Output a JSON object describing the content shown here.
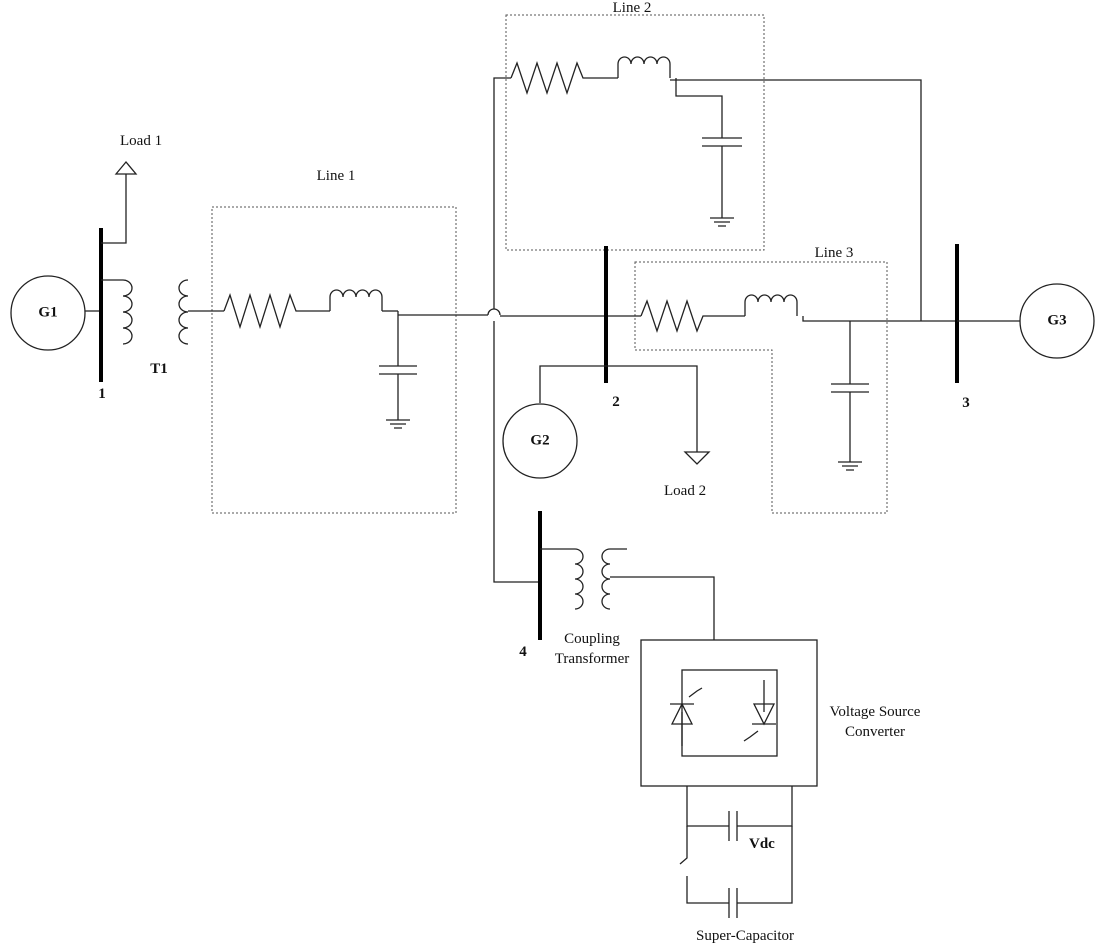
{
  "generators": {
    "g1": "G1",
    "g2": "G2",
    "g3": "G3"
  },
  "buses": {
    "b1": "1",
    "b2": "2",
    "b3": "3",
    "b4": "4"
  },
  "transformer": {
    "t1": "T1"
  },
  "loads": {
    "load1": "Load 1",
    "load2": "Load 2"
  },
  "lines": {
    "line1": "Line 1",
    "line2": "Line 2",
    "line3": "Line 3"
  },
  "coupling": {
    "line1": "Coupling",
    "line2": "Transformer"
  },
  "vsc": {
    "line1": "Voltage Source",
    "line2": "Converter"
  },
  "dc": {
    "vdc": "Vdc",
    "supercap": "Super-Capacitor"
  }
}
